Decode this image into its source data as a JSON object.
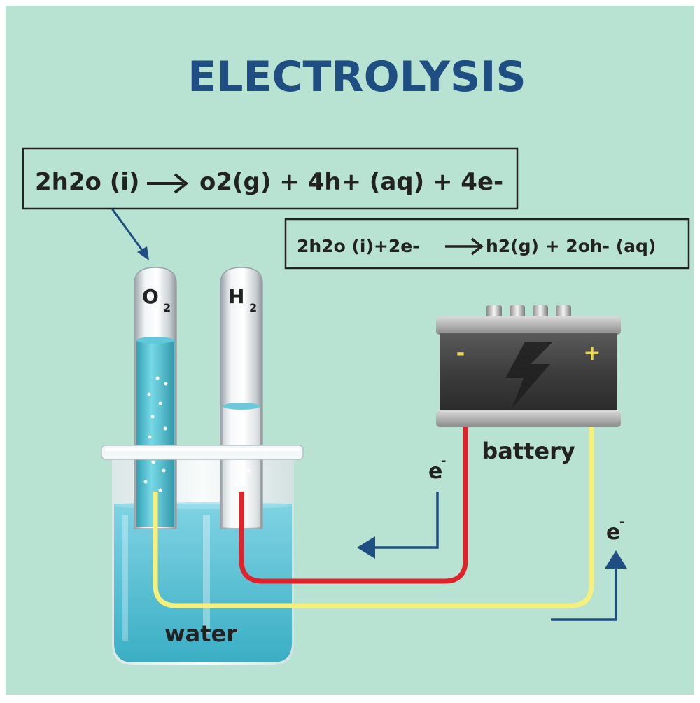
{
  "title": "ELECTROLYSIS",
  "equations": {
    "oxidation_left": "2h2o (i)",
    "oxidation_right": "o2(g) + 4h+ (aq) + 4e-",
    "reduction_left": "2h2o (i)+2e-",
    "reduction_right": "h2(g) + 2oh- (aq)"
  },
  "tubes": {
    "oxygen": {
      "symbol": "O",
      "subscript": "2"
    },
    "hydrogen": {
      "symbol": "H",
      "subscript": "2"
    }
  },
  "battery": {
    "label": "battery",
    "negative": "-",
    "positive": "+"
  },
  "electron_labels": {
    "left": {
      "base": "e",
      "sup": "-"
    },
    "right": {
      "base": "e",
      "sup": "-"
    }
  },
  "beaker_label": "water",
  "colors": {
    "background": "#b8e2d2",
    "title": "#1f4e82",
    "water": "#4bbfd3",
    "wire_negative": "#e0232a",
    "wire_positive": "#f6ef7a",
    "arrow": "#1f4e82",
    "battery_body": "#3e3e3e"
  }
}
